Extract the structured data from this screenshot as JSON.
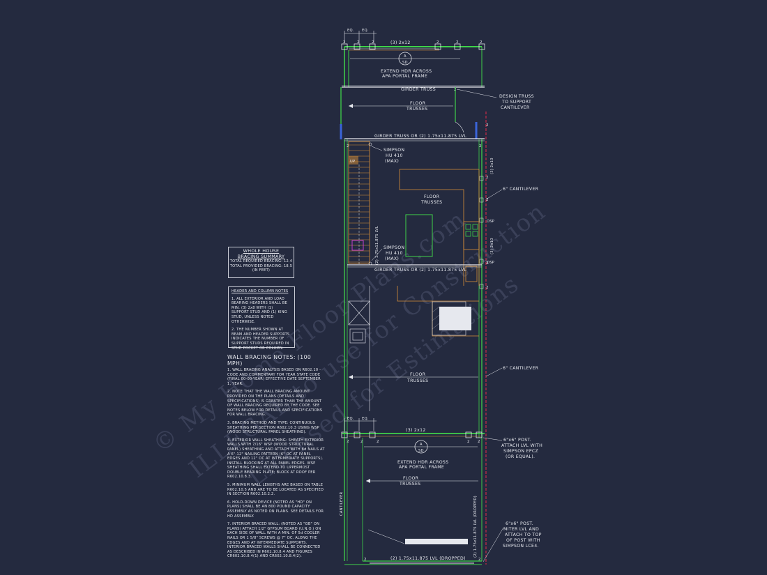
{
  "watermark": {
    "line1": "© My Home Floor Plans.com",
    "line2": "ILLEGAL to use for Construction",
    "line3": "Licensed for Estimations"
  },
  "bracing_summary": {
    "title1": "WHOLE HOUSE",
    "title2": "BRACING SUMMARY",
    "required": "TOTAL REQUIRED BRACING: 12.4",
    "provided": "TOTAL PROVIDED BRACING: 18.5",
    "units": "(IN FEET)"
  },
  "header_notes": {
    "title": "HEADER AND COLUMN NOTES",
    "n1": "1. ALL EXTERIOR AND LOAD BEARING HEADERS SHALL BE MIN. (3) 2x8 WITH (1) SUPPORT STUD AND (1) KING STUD, UNLESS NOTED OTHERWISE.",
    "n2": "2. THE NUMBER SHOWN AT BEAM AND HEADER SUPPORTS INDICATES THE NUMBER OF SUPPORT STUDS REQUIRED IN STUD POCKET OR COLUMN."
  },
  "wall_bracing": {
    "title": "WALL BRACING NOTES: (100 MPH)",
    "n1": "1. WALL BRACING ANALYSIS BASED ON R602.10 - CODE AND COMMENTARY FOR YEAR STATE CODE (FINAL 00-00-YEAR) EFFECTIVE DATE SEPTEMBER 1, YEAR.",
    "n2": "2. NOTE THAT THE WALL BRACING AMOUNT PROVIDED ON THE PLANS (DETAILS AND SPECIFICATIONS) IS GREATER THAN THE AMOUNT OF WALL BRACING REQUIRED BY THE CODE. SEE NOTES BELOW FOR DETAILS AND SPECIFICATIONS FOR WALL BRACING.",
    "n3": "3. BRACING METHOD AND TYPE: CONTINUOUS SHEATHING PER SECTION R602.10.3 USING WSP (WOOD STRUCTURAL PANEL SHEATHING).",
    "n4": "4. EXTERIOR WALL SHEATHING: SHEATH EXTERIOR WALLS WITH 7/16\" WSP (WOOD STRUCTURAL PANEL) SHEATHING AND ATTACH WITH 8d NAILS AT A 6\"-12\" NAILING PATTERN (6\" OC AT PANEL EDGES AND 12\" OC AT INTERMEDIATE SUPPORTS). INSTALL BLOCKING AT ALL PANEL EDGES. WSP SHEATHING SHALL EXTEND TO UPPERMOST DOUBLE BEARING PLATE; BLOCK AT ROOF PER R602.10.8.3.",
    "n5": "5. MINIMUM WALL LENGTHS ARE BASED ON TABLE R602.10.5 AND ARE TO BE LOCATED AS SPECIFIED IN SECTION R602.10.2.2.",
    "n6": "6. HOLD-DOWN DEVICE (NOTED AS \"HD\" ON PLANS) SHALL BE AN 800 POUND CAPACITY ASSEMBLY AS NOTED ON PLANS. SEE DETAILS FOR HD ASSEMBLY.",
    "n7": "7. INTERIOR BRACED WALL: (NOTED AS \"GB\" ON PLANS) ATTACH 1/2\" GYPSUM BOARD (U.N.O.) ON EACH SIDE OF WALL WITH A MIN. OF 5d COOLER NAILS OR 1 5/8\" SCREWS @ 7\" OC. ALONG THE EDGES AND AT INTERMEDIATE SUPPORTS. INTERIOR BRACED WALLS SHALL BE CONNECTED AS DESCRIBED IN R602.10.8.4 AND FIGURES CR602.10.8.4(1) AND CR602.10.8.4(2)."
  },
  "plan": {
    "eq": "EQ.",
    "header_top": "(3) 2x12",
    "section_letter": "A",
    "section_sheet": "SD",
    "extend_hdr1": "EXTEND HDR ACROSS",
    "extend_hdr2": "APA PORTAL FRAME",
    "girder_truss": "GIRDER TRUSS",
    "floor": "FLOOR",
    "trusses": "TRUSSES",
    "girder_lvl": "GIRDER TRUSS OR (2) 1.75x11.875 LVL",
    "simpson1": "SIMPSON",
    "simpson2": "HU 410",
    "simpson3": "(MAX)",
    "up": "UP",
    "stair_lvl": "(2) 1.75x11.875 LVL",
    "right_2x10": "(3) 2x10",
    "dsp": "DSP",
    "cantilever_left": "CANTILEVER",
    "header_bottom": "(3) 2x12",
    "dropped_lvl": "(2) 1.75x11.875 LVL (DROPPED)",
    "two": "2"
  },
  "callouts": {
    "design_truss1": "DESIGN TRUSS",
    "design_truss2": "TO SUPPORT",
    "design_truss3": "CANTILEVER",
    "cantilever6": "6\" CANTILEVER",
    "post1": "6\"x6\" POST.",
    "post2": "ATTACH LVL WITH",
    "post3": "SIMPSON EPCZ",
    "post4": "(OR EQUAL).",
    "miter1": "6\"x6\" POST.",
    "miter2": "MITER LVL AND",
    "miter3": "ATTACH TO TOP",
    "miter4": "OF POST WITH",
    "miter5": "SIMPSON LCE4."
  },
  "colors": {
    "background": "#242a3f",
    "wall_green": "#3fd24a",
    "cantilever_red": "#ff2b4a",
    "orange": "#d89038",
    "line_white": "#e6e8ee"
  }
}
